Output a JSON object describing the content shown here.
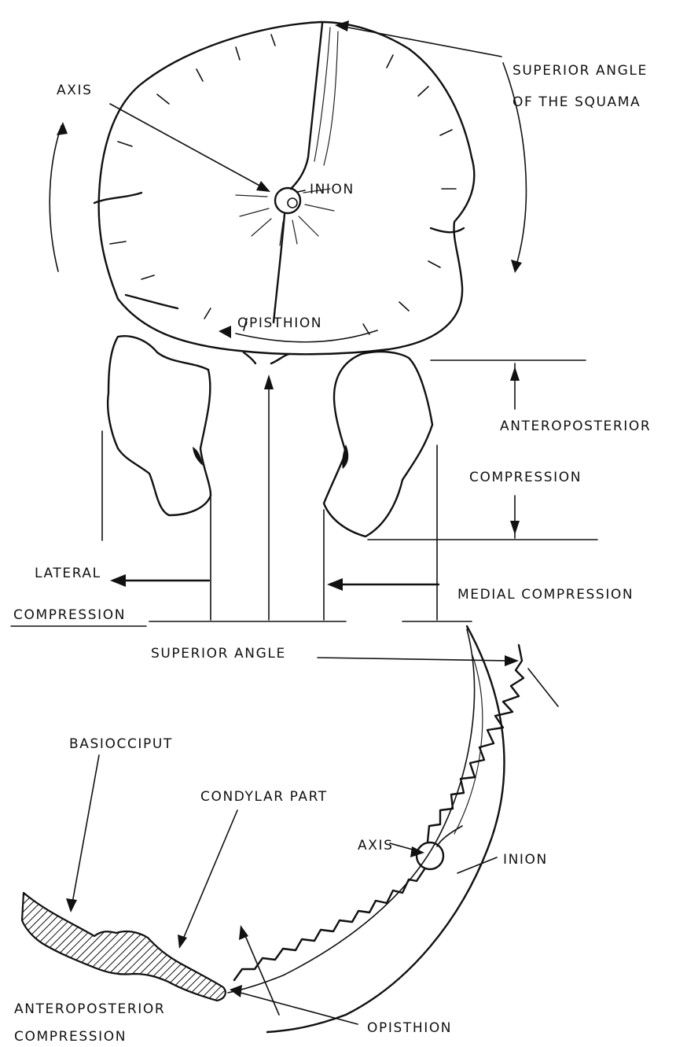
{
  "labels": {
    "axis_top": "AXIS",
    "inion_top": "INION",
    "superior_angle_squama_line1": "SUPERIOR ANGLE",
    "superior_angle_squama_line2": "OF THE SQUAMA",
    "opisthion_top": "OPISTHION",
    "ap_compression_top_line1": "ANTEROPOSTERIOR",
    "ap_compression_top_line2": "COMPRESSION",
    "lateral_compression_line1": "LATERAL",
    "lateral_compression_line2": "COMPRESSION",
    "medial_compression": "MEDIAL COMPRESSION",
    "superior_angle": "SUPERIOR ANGLE",
    "basiocciput": "BASIOCCIPUT",
    "condylar_part": "CONDYLAR PART",
    "axis_bottom": "AXIS",
    "inion_bottom": "INION",
    "ap_compression_bottom_line1": "ANTEROPOSTERIOR",
    "ap_compression_bottom_line2": "COMPRESSION",
    "opisthion_bottom": "OPISTHION"
  },
  "colors": {
    "ink": "#111111",
    "paper": "#ffffff"
  }
}
